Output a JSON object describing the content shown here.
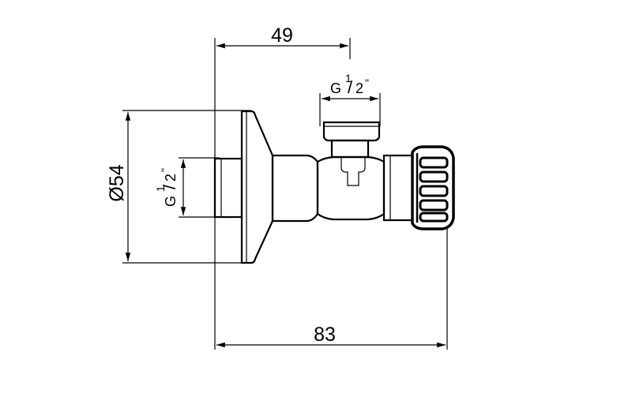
{
  "drawing": {
    "dimensions": {
      "width_top": "49",
      "width_bottom": "83",
      "diameter": "Ø54",
      "inlet_thread": {
        "g": "G",
        "num": "1",
        "slash": "/",
        "den": "2",
        "unit": "\""
      },
      "outlet_thread": {
        "g": "G",
        "num": "1",
        "slash": "/",
        "den": "2",
        "unit": "\""
      }
    },
    "colors": {
      "line": "#000000",
      "background": "#ffffff"
    }
  }
}
